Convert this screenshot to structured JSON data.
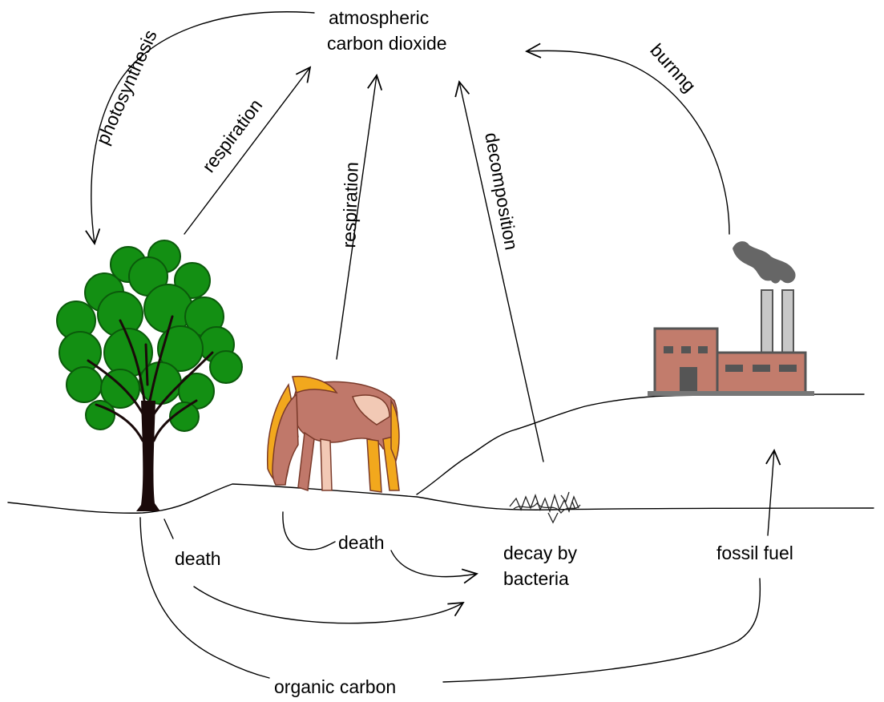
{
  "labels": {
    "atmosphere_line1": "atmospheric",
    "atmosphere_line2": "carbon dioxide",
    "photosynthesis": "photosynthesis",
    "respiration_tree": "respiration",
    "respiration_animal": "respiration",
    "decomposition": "decomposition",
    "burning": "burnng",
    "death_tree": "death",
    "death_animal": "death",
    "decay_line1": "decay by",
    "decay_line2": "bacteria",
    "fossil_fuel": "fossil fuel",
    "organic_carbon": "organic carbon"
  },
  "icons": [
    "tree-icon",
    "horse-icon",
    "factory-icon",
    "smoke-icon",
    "grass-tuft-icon"
  ],
  "colors": {
    "tree_foliage": "#138f13",
    "tree_trunk": "#1a0a0a",
    "horse_body": "#c0786a",
    "horse_mane": "#f2a81d",
    "factory_wall": "#c27c6c",
    "factory_outline": "#555555",
    "smoke": "#666666",
    "line": "#000000"
  }
}
